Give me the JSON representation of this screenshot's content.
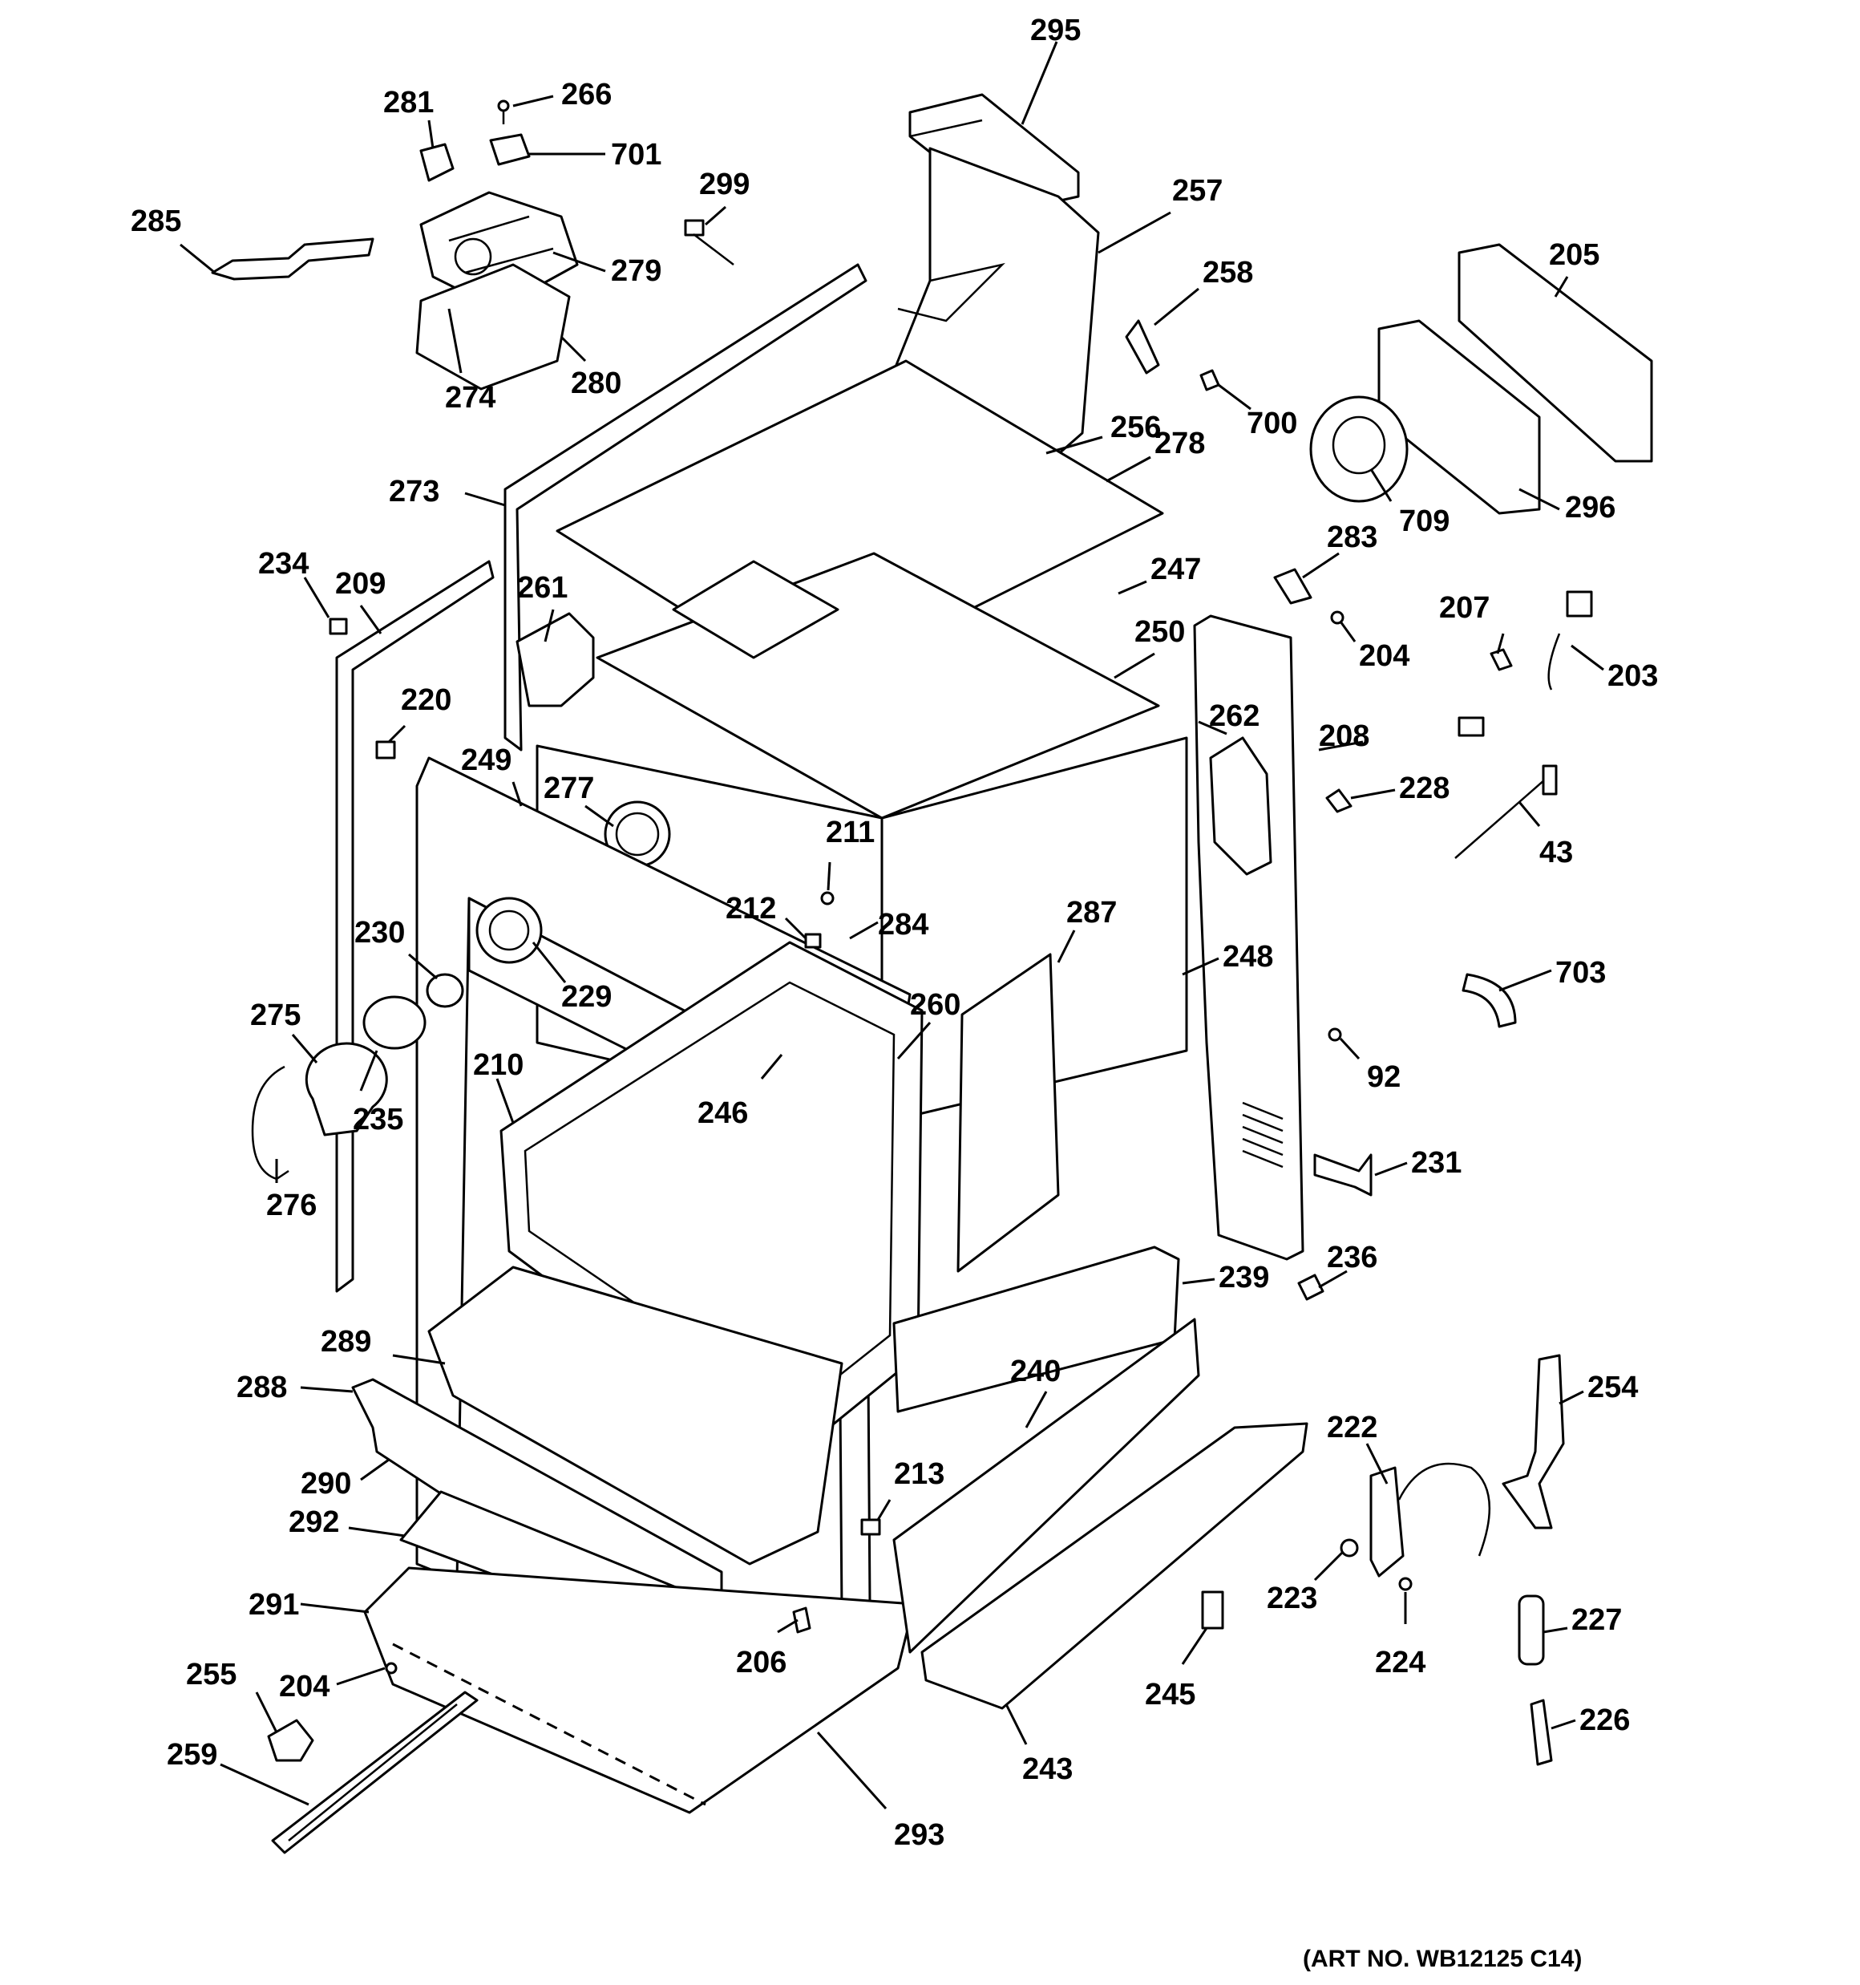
{
  "art_number": "(ART NO. WB12125 C14)",
  "callouts": [
    {
      "id": "295"
    },
    {
      "id": "266"
    },
    {
      "id": "281"
    },
    {
      "id": "701"
    },
    {
      "id": "299"
    },
    {
      "id": "257"
    },
    {
      "id": "285"
    },
    {
      "id": "279"
    },
    {
      "id": "258"
    },
    {
      "id": "205"
    },
    {
      "id": "274"
    },
    {
      "id": "280"
    },
    {
      "id": "700"
    },
    {
      "id": "256"
    },
    {
      "id": "278"
    },
    {
      "id": "709"
    },
    {
      "id": "296"
    },
    {
      "id": "273"
    },
    {
      "id": "283"
    },
    {
      "id": "234"
    },
    {
      "id": "209"
    },
    {
      "id": "247"
    },
    {
      "id": "261"
    },
    {
      "id": "207"
    },
    {
      "id": "250"
    },
    {
      "id": "204"
    },
    {
      "id": "203"
    },
    {
      "id": "220"
    },
    {
      "id": "262"
    },
    {
      "id": "208"
    },
    {
      "id": "249"
    },
    {
      "id": "228"
    },
    {
      "id": "277"
    },
    {
      "id": "43"
    },
    {
      "id": "211"
    },
    {
      "id": "284"
    },
    {
      "id": "212"
    },
    {
      "id": "287"
    },
    {
      "id": "230"
    },
    {
      "id": "248"
    },
    {
      "id": "229"
    },
    {
      "id": "703"
    },
    {
      "id": "275"
    },
    {
      "id": "260"
    },
    {
      "id": "210"
    },
    {
      "id": "92"
    },
    {
      "id": "246"
    },
    {
      "id": "235"
    },
    {
      "id": "231"
    },
    {
      "id": "276"
    },
    {
      "id": "236"
    },
    {
      "id": "239"
    },
    {
      "id": "289"
    },
    {
      "id": "240"
    },
    {
      "id": "254"
    },
    {
      "id": "288"
    },
    {
      "id": "222"
    },
    {
      "id": "290"
    },
    {
      "id": "213"
    },
    {
      "id": "292"
    },
    {
      "id": "223"
    },
    {
      "id": "227"
    },
    {
      "id": "291"
    },
    {
      "id": "206"
    },
    {
      "id": "224"
    },
    {
      "id": "255"
    },
    {
      "id": "204"
    },
    {
      "id": "245"
    },
    {
      "id": "226"
    },
    {
      "id": "259"
    },
    {
      "id": "243"
    },
    {
      "id": "293"
    }
  ]
}
